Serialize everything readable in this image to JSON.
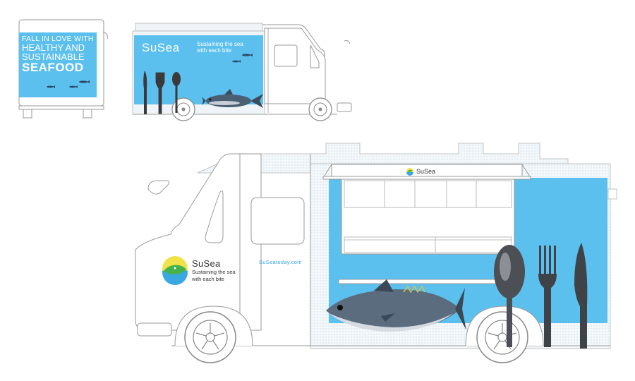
{
  "brand": {
    "name": "SuSea",
    "tagline_line1": "Sustaining the sea",
    "tagline_line2": "with each bite",
    "tagline_small_line1": "Sustaining the sea",
    "tagline_small_line2": "with each bite",
    "website": "SuSeatoday.com"
  },
  "rear_panel": {
    "line1": "FALL IN LOVE WITH",
    "line2": "HEALTHY AND",
    "line3": "SUSTAINABLE",
    "line4": "SEAFOOD"
  },
  "awning": {
    "logo_text": "SuSea"
  },
  "colors": {
    "brand_blue": "#5bc0ee",
    "outline": "#8a8a8a",
    "logo_yellow": "#f2e24a",
    "logo_green": "#47b24a",
    "logo_blue": "#3aa8e0"
  }
}
